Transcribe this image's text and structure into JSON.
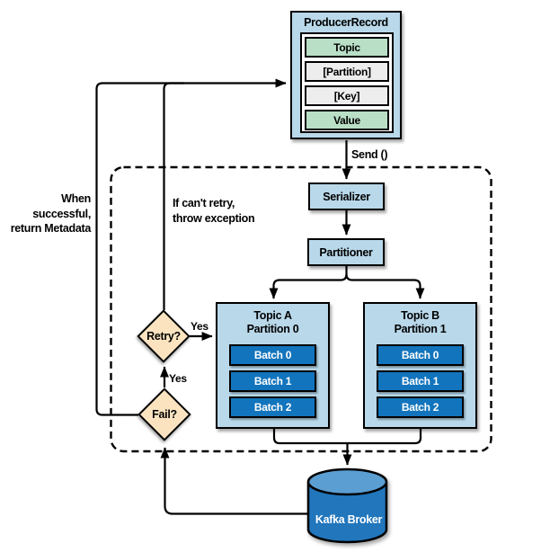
{
  "producer_record": {
    "title": "ProducerRecord",
    "fields": [
      {
        "label": "Topic"
      },
      {
        "label": "[Partition]"
      },
      {
        "label": "[Key]"
      },
      {
        "label": "Value"
      }
    ]
  },
  "flow": {
    "send_label": "Send ()",
    "serializer_label": "Serializer",
    "partitioner_label": "Partitioner"
  },
  "topics": [
    {
      "title": "Topic A",
      "subtitle": "Partition 0",
      "batches": [
        "Batch 0",
        "Batch 1",
        "Batch 2"
      ]
    },
    {
      "title": "Topic B",
      "subtitle": "Partition 1",
      "batches": [
        "Batch 0",
        "Batch 1",
        "Batch 2"
      ]
    }
  ],
  "decisions": {
    "retry_label": "Retry?",
    "retry_yes_label": "Yes",
    "fail_label": "Fail?",
    "fail_yes_label": "Yes"
  },
  "annotations": {
    "success_line1": "When successful,",
    "success_line2": "return Metadata",
    "exception_line1": "If can't retry,",
    "exception_line2": "throw exception"
  },
  "broker": {
    "label": "Kafka Broker"
  },
  "colors": {
    "node_blue": "#b9d8ea",
    "field_green": "#b9dfc7",
    "field_gray": "#ededed",
    "batch_blue": "#1274bc",
    "diamond_tan": "#fbe3c0",
    "cylinder_body": "#2176bc",
    "cylinder_top": "#5b9ed2",
    "line_black": "#000000"
  }
}
